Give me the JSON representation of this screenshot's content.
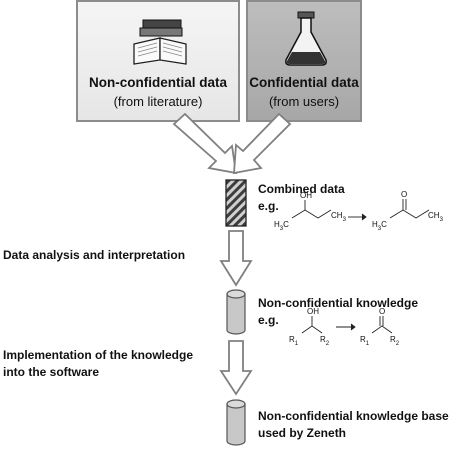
{
  "sources": {
    "left": {
      "title": "Non-confidential data",
      "subtitle": "(from literature)"
    },
    "right": {
      "title": "Confidential data",
      "subtitle": "(from users)"
    }
  },
  "steps": {
    "combined": {
      "title": "Combined data",
      "eg": "e.g."
    },
    "analysis": "Data analysis and interpretation",
    "knowledge": {
      "title": "Non-confidential knowledge",
      "eg": "e.g."
    },
    "implementation_l1": "Implementation of the knowledge",
    "implementation_l2": "into the software",
    "kb_l1": "Non-confidential knowledge base",
    "kb_l2": "used by Zeneth"
  },
  "chem": {
    "oh": "OH",
    "o": "O",
    "h3c": "H3C",
    "ch3": "CH3",
    "r1": "R1",
    "r2": "R2"
  },
  "colors": {
    "left_box": "#eeeeee",
    "right_box": "#b2b2b2",
    "arrow_stroke": "#7f7f7f",
    "cylinder": "#c8c8c8"
  }
}
